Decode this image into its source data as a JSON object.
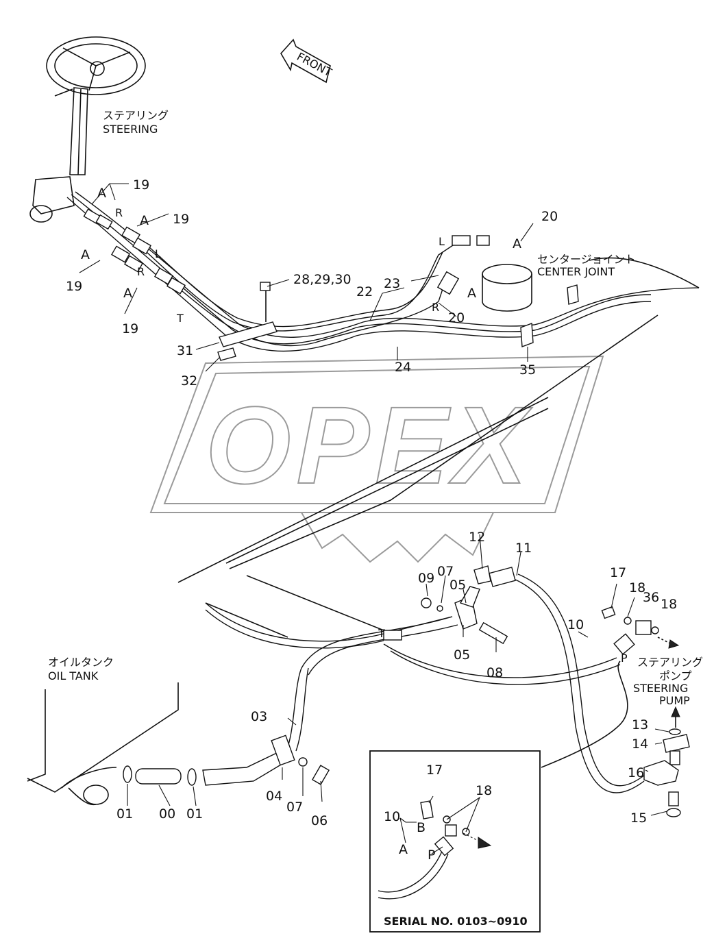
{
  "front_label": "FRONT",
  "steering": {
    "jp": "ステアリング",
    "en": "STEERING"
  },
  "center_joint": {
    "jp": "センタージョイント",
    "en": "CENTER JOINT"
  },
  "oil_tank": {
    "jp": "オイルタンク",
    "en": "OIL TANK"
  },
  "steering_pump": {
    "jp_1": "ステアリング",
    "jp_2": "ポンプ",
    "en_1": "STEERING",
    "en_2": "PUMP"
  },
  "watermark": "OPEX",
  "port_letters": {
    "A": "A",
    "B": "B",
    "L": "L",
    "R": "R",
    "T": "T",
    "P": "P"
  },
  "callouts": {
    "p00": "00",
    "p01": "01",
    "p03": "03",
    "p04": "04",
    "p05": "05",
    "p06": "06",
    "p07": "07",
    "p08": "08",
    "p09": "09",
    "p10": "10",
    "p11": "11",
    "p12": "12",
    "p13": "13",
    "p14": "14",
    "p15": "15",
    "p16": "16",
    "p17": "17",
    "p18": "18",
    "p19": "19",
    "p20": "20",
    "p22": "22",
    "p23": "23",
    "p24": "24",
    "p28_30": "28,29,30",
    "p31": "31",
    "p32": "32",
    "p35": "35",
    "p36": "36"
  },
  "inset": {
    "serial": "SERIAL NO. 0103~0910"
  }
}
